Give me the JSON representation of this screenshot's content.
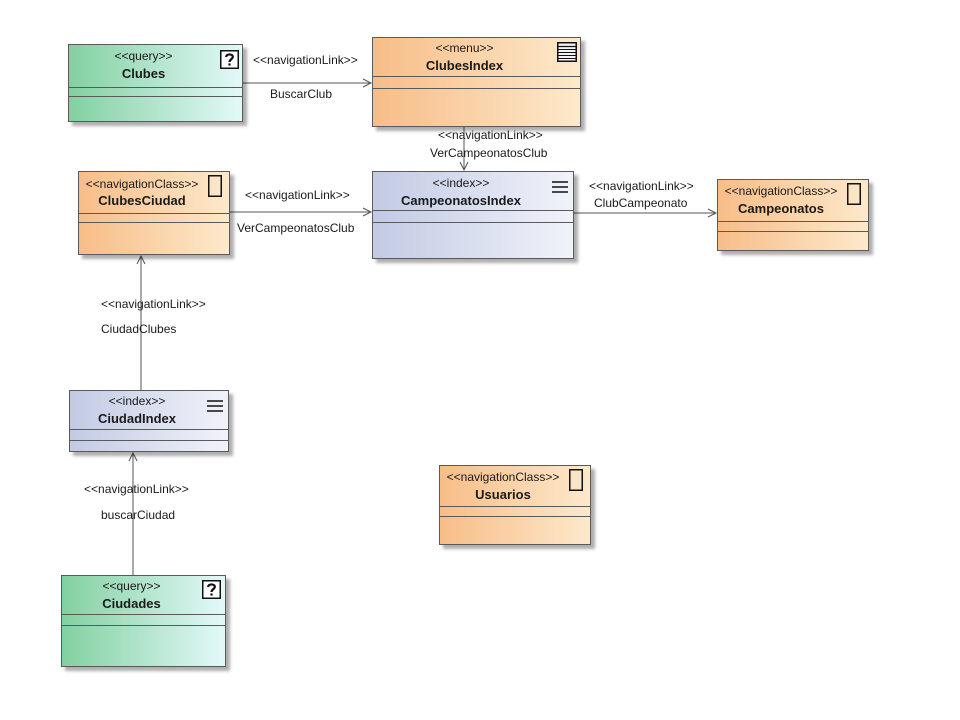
{
  "diagram": {
    "nodes": {
      "clubes": {
        "stereotype": "<<query>>",
        "name": "Clubes",
        "icon": "question-icon"
      },
      "clubes_index": {
        "stereotype": "<<menu>>",
        "name": "ClubesIndex",
        "icon": "menu-icon"
      },
      "campeonatos_index": {
        "stereotype": "<<index>>",
        "name": "CampeonatosIndex",
        "icon": "index-icon"
      },
      "clubes_ciudad": {
        "stereotype": "<<navigationClass>>",
        "name": "ClubesCiudad",
        "icon": "navigation-class-icon"
      },
      "campeonatos": {
        "stereotype": "<<navigationClass>>",
        "name": "Campeonatos",
        "icon": "navigation-class-icon"
      },
      "ciudad_index": {
        "stereotype": "<<index>>",
        "name": "CiudadIndex",
        "icon": "index-icon"
      },
      "usuarios": {
        "stereotype": "<<navigationClass>>",
        "name": "Usuarios",
        "icon": "navigation-class-icon"
      },
      "ciudades": {
        "stereotype": "<<query>>",
        "name": "Ciudades",
        "icon": "question-icon"
      }
    },
    "links": {
      "clubes_to_clubes_index": {
        "stereotype": "<<navigationLink>>",
        "name": "BuscarClub"
      },
      "clubes_index_to_campeonatos_index": {
        "stereotype": "<<navigationLink>>",
        "name": "VerCampeonatosClub"
      },
      "clubes_ciudad_to_campeonatos_index": {
        "stereotype": "<<navigationLink>>",
        "name": "VerCampeonatosClub"
      },
      "campeonatos_index_to_campeonatos": {
        "stereotype": "<<navigationLink>>",
        "name": "ClubCampeonato"
      },
      "ciudad_index_to_clubes_ciudad": {
        "stereotype": "<<navigationLink>>",
        "name": "CiudadClubes"
      },
      "ciudades_to_ciudad_index": {
        "stereotype": "<<navigationLink>>",
        "name": "buscarCiudad"
      }
    },
    "colors": {
      "query": [
        "#82d0a0",
        "#e3f9f9"
      ],
      "navigation": [
        "#f7bd88",
        "#fde9cb"
      ],
      "index": [
        "#c2cae4",
        "#f1f3fa"
      ],
      "border": "#5a5a5a",
      "link": "#555555",
      "text": "#1a1a1a"
    }
  }
}
